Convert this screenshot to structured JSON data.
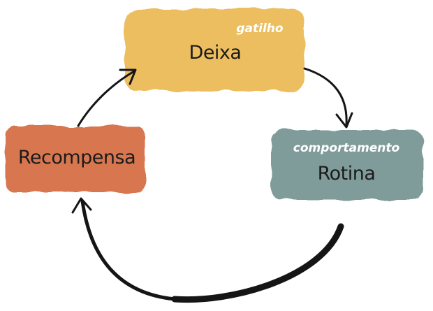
{
  "nodes": {
    "deixa": {
      "label": "Deixa",
      "sublabel": "gatilho",
      "color": "#ECBE5E"
    },
    "rotina": {
      "label": "Rotina",
      "sublabel": "comportamento",
      "color": "#7F9C9B"
    },
    "recompensa": {
      "label": "Recompensa",
      "color": "#D87750"
    }
  },
  "edges": [
    {
      "from": "deixa",
      "to": "rotina"
    },
    {
      "from": "rotina",
      "to": "recompensa"
    },
    {
      "from": "recompensa",
      "to": "deixa"
    }
  ]
}
